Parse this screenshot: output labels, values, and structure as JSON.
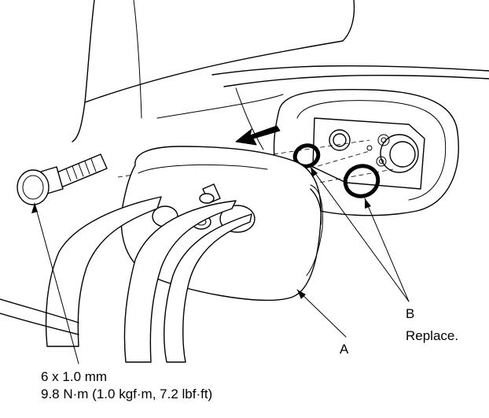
{
  "labels": {
    "part_a": "A",
    "part_b": "B",
    "part_b_note": "Replace.",
    "bolt_size": "6 x 1.0 mm",
    "bolt_torque": "9.8 N·m (1.0 kgf·m, 7.2 lbf·ft)"
  }
}
